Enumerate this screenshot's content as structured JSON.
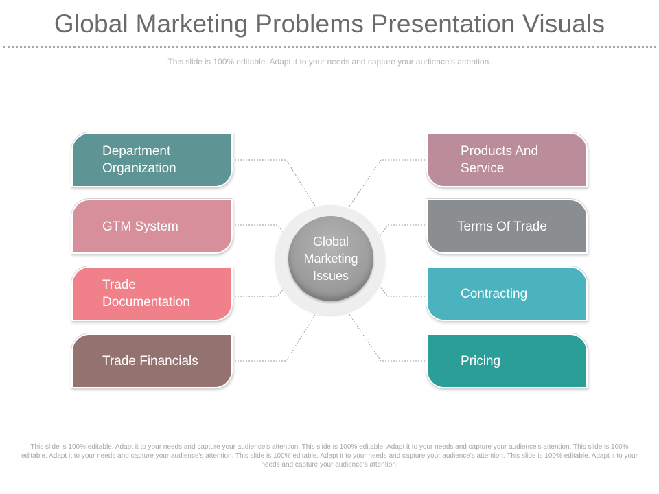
{
  "title": "Global Marketing Problems Presentation Visuals",
  "subtitle": "This slide is 100% editable. Adapt it to your needs and capture your audience's attention.",
  "center": {
    "label": "Global Marketing Issues",
    "color": "#9c9c9c"
  },
  "left_items": [
    {
      "label": "Department Organization",
      "color": "#5e9494"
    },
    {
      "label": "GTM System",
      "color": "#d88f9c"
    },
    {
      "label": "Trade Documentation",
      "color": "#f08089"
    },
    {
      "label": "Trade Financials",
      "color": "#94726f"
    }
  ],
  "right_items": [
    {
      "label": "Products And Service",
      "color": "#bb8c99"
    },
    {
      "label": "Terms Of Trade",
      "color": "#8a8e91"
    },
    {
      "label": "Contracting",
      "color": "#4bb3bd"
    },
    {
      "label": "Pricing",
      "color": "#2a9e97"
    }
  ],
  "footer": "This slide is 100% editable. Adapt it to your needs and capture your audience's attention. This slide is 100% editable. Adapt it to your needs and capture your audience's attention. This slide is 100% editable. Adapt it to your needs and capture your audience's attention. This slide is 100% editable. Adapt it to your needs and capture your audience's attention. This slide is 100% editable. Adapt it to your needs and capture your audience's attention."
}
